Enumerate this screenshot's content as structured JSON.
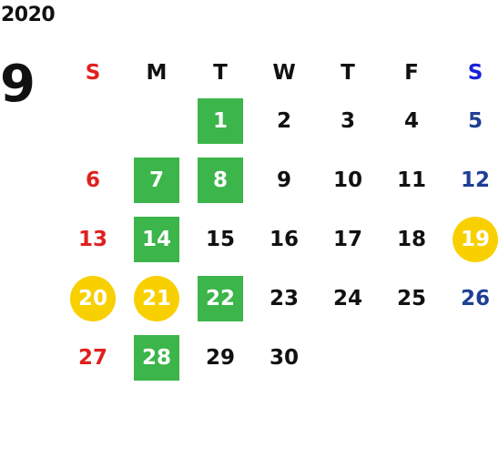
{
  "calendar": {
    "year": "2020",
    "month": "9",
    "weekdays": [
      {
        "label": "S",
        "color": "#e0201e"
      },
      {
        "label": "M",
        "color": "#111111"
      },
      {
        "label": "T",
        "color": "#111111"
      },
      {
        "label": "W",
        "color": "#111111"
      },
      {
        "label": "T",
        "color": "#111111"
      },
      {
        "label": "F",
        "color": "#111111"
      },
      {
        "label": "S",
        "color": "#1a22d9"
      }
    ],
    "first_weekday_index": 2,
    "days": [
      {
        "label": "1",
        "style": "green"
      },
      {
        "label": "2",
        "style": "normal"
      },
      {
        "label": "3",
        "style": "normal"
      },
      {
        "label": "4",
        "style": "normal"
      },
      {
        "label": "5",
        "style": "saturday"
      },
      {
        "label": "6",
        "style": "sunday"
      },
      {
        "label": "7",
        "style": "green"
      },
      {
        "label": "8",
        "style": "green"
      },
      {
        "label": "9",
        "style": "normal"
      },
      {
        "label": "10",
        "style": "normal"
      },
      {
        "label": "11",
        "style": "normal"
      },
      {
        "label": "12",
        "style": "saturday"
      },
      {
        "label": "13",
        "style": "sunday"
      },
      {
        "label": "14",
        "style": "green"
      },
      {
        "label": "15",
        "style": "normal"
      },
      {
        "label": "16",
        "style": "normal"
      },
      {
        "label": "17",
        "style": "normal"
      },
      {
        "label": "18",
        "style": "normal"
      },
      {
        "label": "19",
        "style": "holiday"
      },
      {
        "label": "20",
        "style": "holiday"
      },
      {
        "label": "21",
        "style": "holiday"
      },
      {
        "label": "22",
        "style": "green"
      },
      {
        "label": "23",
        "style": "normal"
      },
      {
        "label": "24",
        "style": "normal"
      },
      {
        "label": "25",
        "style": "normal"
      },
      {
        "label": "26",
        "style": "saturday"
      },
      {
        "label": "27",
        "style": "sunday"
      },
      {
        "label": "28",
        "style": "green"
      },
      {
        "label": "29",
        "style": "normal"
      },
      {
        "label": "30",
        "style": "normal"
      }
    ]
  },
  "colors": {
    "sunday": "#e0201e",
    "saturday": "#1e3f94",
    "normal": "#111111",
    "green_fill": "#3cb54a",
    "holiday_fill": "#f8d000"
  }
}
